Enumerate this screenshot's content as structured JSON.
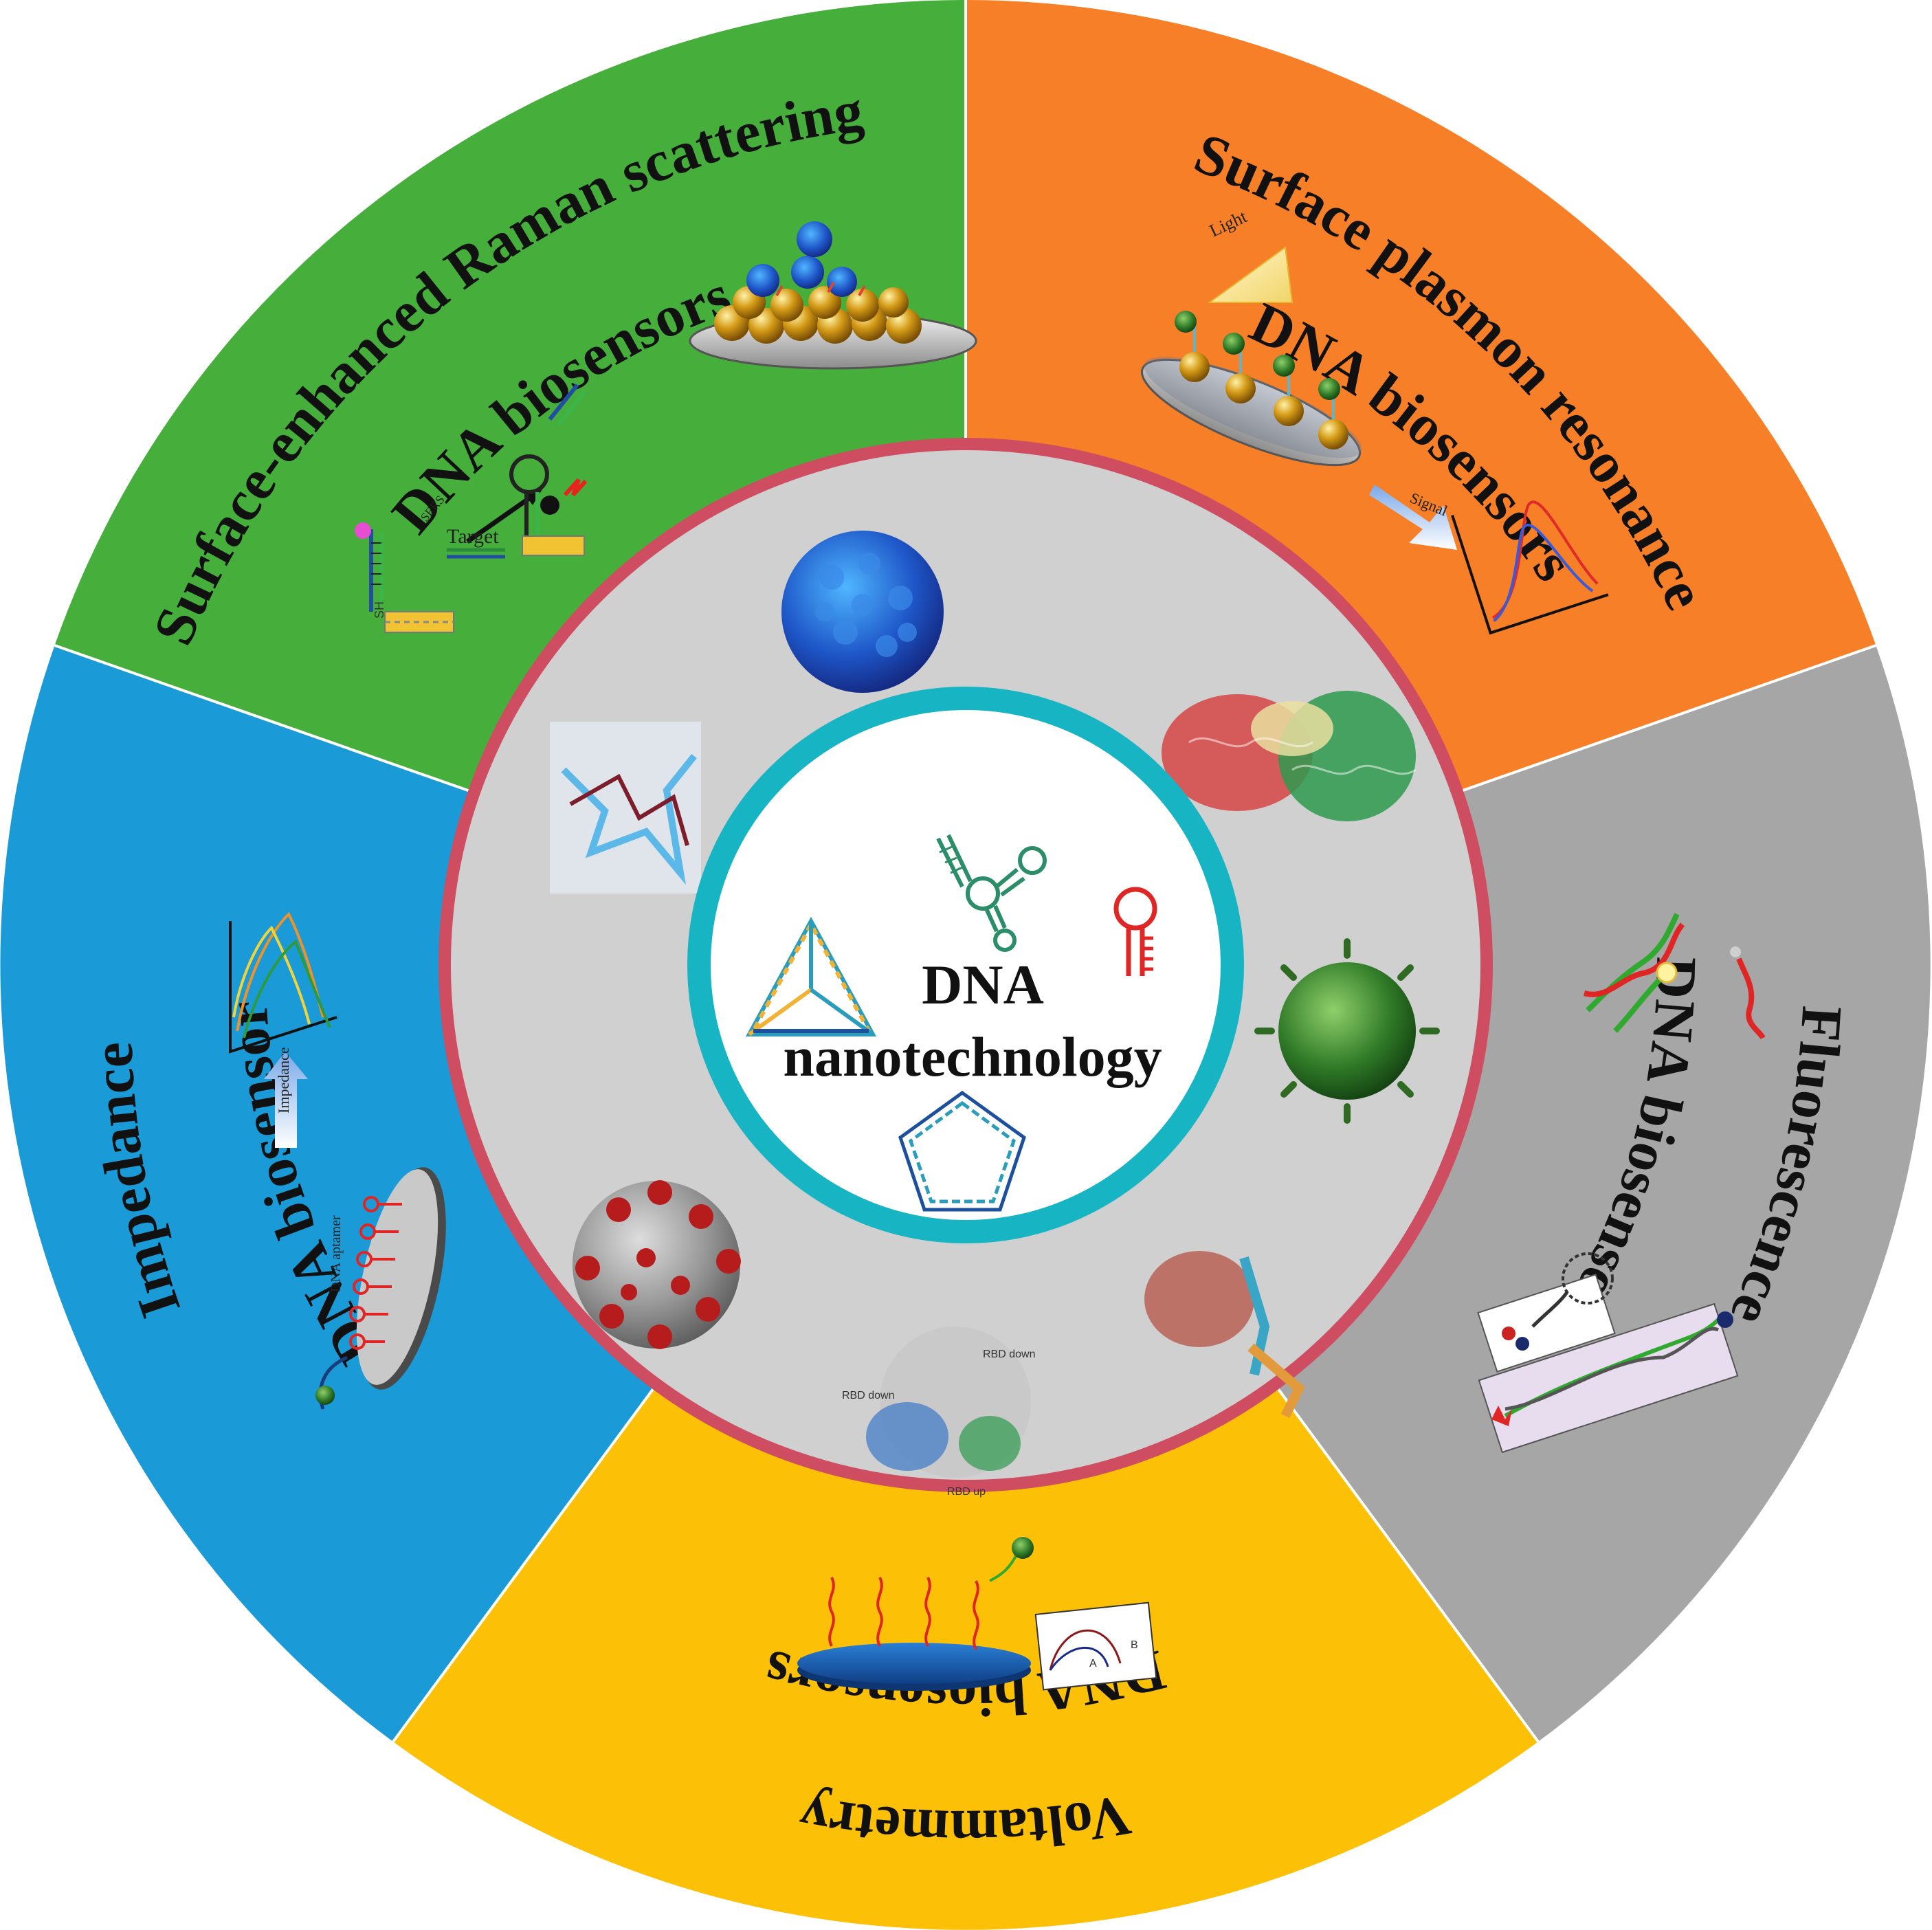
{
  "center": {
    "title_line1": "DNA",
    "title_line2": "nanotechnology"
  },
  "segments": [
    {
      "id": "sers",
      "line1": "Surface-enhanced Raman scattering",
      "line2": "DNA biosensors",
      "color": "#46af3c"
    },
    {
      "id": "spr",
      "line1": "Surface plasmon resonance",
      "line2": "DNA biosensors",
      "color": "#f77f28"
    },
    {
      "id": "fluorescence",
      "line1": "Fluorescence",
      "line2": "DNA biosensors",
      "color": "#a6a6a6"
    },
    {
      "id": "voltammetry",
      "line1": "Voltammetry",
      "line2": "DNA biosensors",
      "color": "#fcc006"
    },
    {
      "id": "impedance",
      "line1": "Impedance",
      "line2": "DNA biosensors",
      "color": "#1a9ad7"
    }
  ],
  "annotations": {
    "light": "Light",
    "signal": "Signal",
    "impedance": "Impedance",
    "dna_aptamer": "DNA aptamer",
    "target": "Target",
    "a": "A",
    "b": "B",
    "rbd_down_1": "RBD down",
    "rbd_down_2": "RBD down",
    "rbd_up": "RBD up"
  },
  "colors": {
    "ring_gray": "#d0d0d0",
    "ring_red": "#cf4d61",
    "ring_teal": "#17b5c3",
    "center_fill": "#ffffff"
  },
  "icons": [
    "nanoparticle-substrate-icon",
    "dna-hairpin-icon",
    "light-triangle-icon",
    "signal-arrow-icon",
    "spectrum-curve-icon",
    "double-helix-icon",
    "electrode-disk-icon",
    "virus-icon",
    "protein-icon",
    "dna-tetrahedron-icon",
    "dna-pentagon-icon",
    "dna-aptamer-icon"
  ]
}
